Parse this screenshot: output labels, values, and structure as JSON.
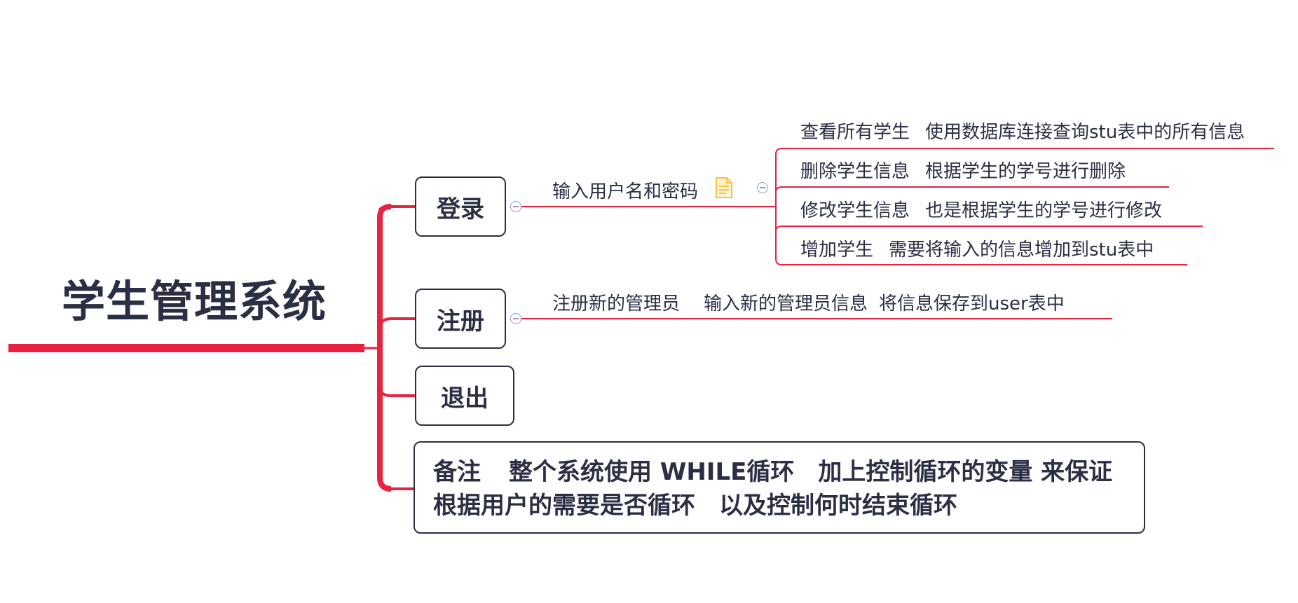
{
  "root": {
    "title": "学生管理系统"
  },
  "branches": [
    {
      "label": "登录",
      "note_icon": "note-icon",
      "child": {
        "label": "输入用户名和密码",
        "leaves": [
          {
            "title": "查看所有学生",
            "detail": "使用数据库连接查询stu表中的所有信息"
          },
          {
            "title": "删除学生信息",
            "detail": "根据学生的学号进行删除"
          },
          {
            "title": "修改学生信息",
            "detail": "也是根据学生的学号进行修改"
          },
          {
            "title": "增加学生",
            "detail": "需要将输入的信息增加到stu表中"
          }
        ]
      }
    },
    {
      "label": "注册",
      "child": {
        "label": "注册新的管理员",
        "detail1": "输入新的管理员信息",
        "detail2": "将信息保存到user表中"
      }
    },
    {
      "label": "退出"
    },
    {
      "label": "备注",
      "line1_rest": "整个系统使用 WHILE循环　加上控制循环的变量 来保证",
      "line2": "根据用户的需要是否循环　以及控制何时结束循环"
    }
  ],
  "colors": {
    "root_branch": "#e8233f",
    "sub_branch": "#e8233f",
    "text": "#2b2f44",
    "toggle": "#8f98c8",
    "note_icon": "#f6c343"
  }
}
